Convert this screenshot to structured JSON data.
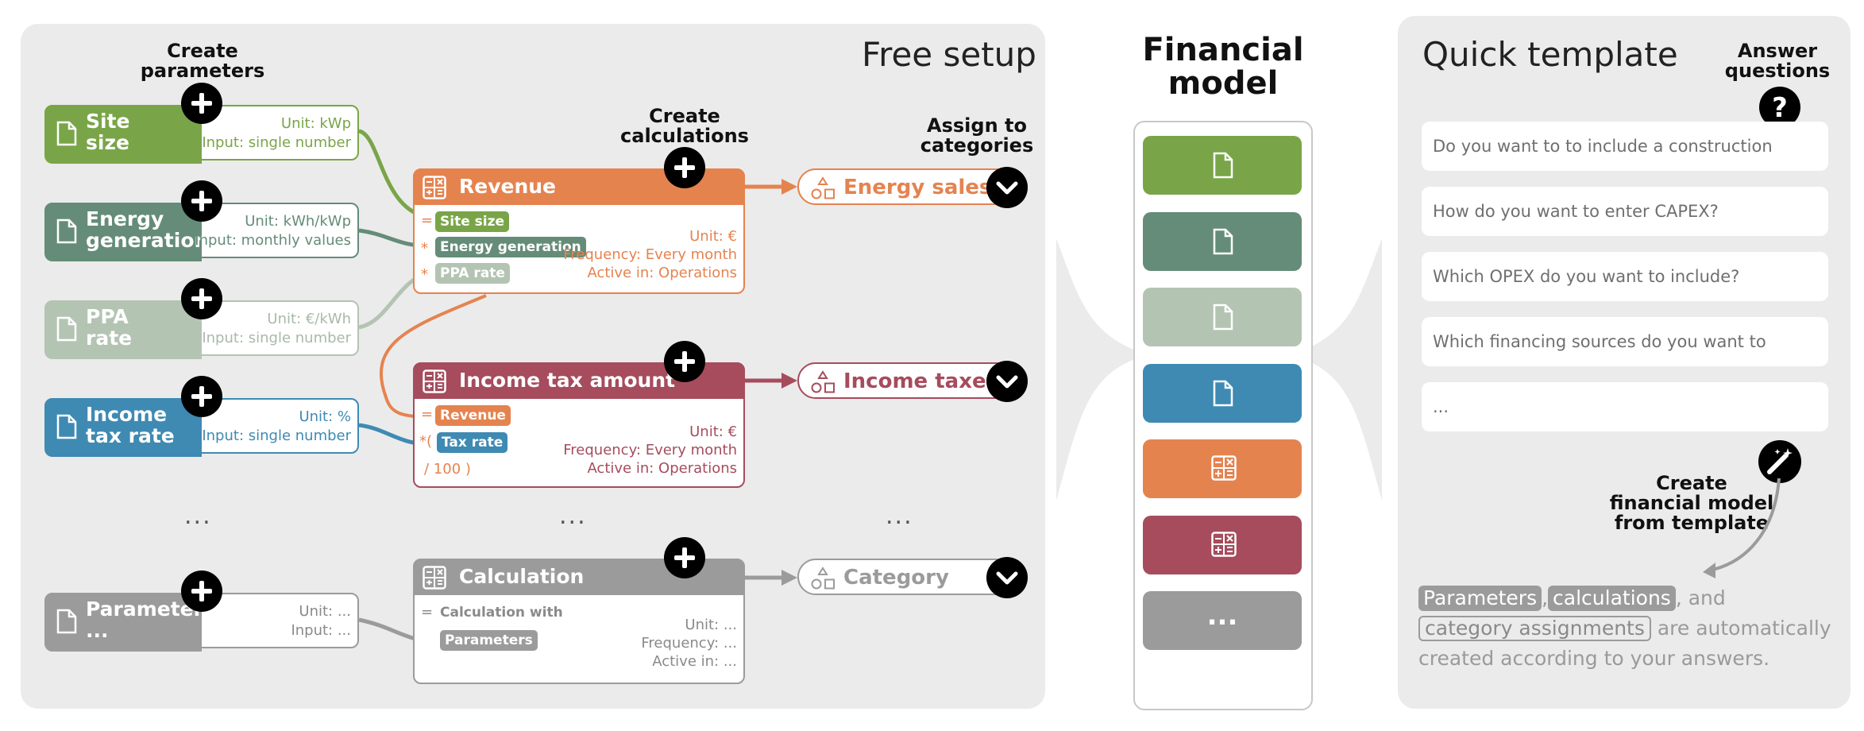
{
  "colors": {
    "green": "#79a548",
    "teal": "#658c78",
    "sage": "#b3c4b3",
    "blue": "#3f8ab3",
    "orange": "#e5834f",
    "crimson": "#a64c5d",
    "gray": "#9b9b9b",
    "panel": "#ebebeb"
  },
  "free_setup": {
    "title": "Free setup",
    "col_headers": {
      "parameters": "Create\nparameters",
      "calculations": "Create\ncalculations",
      "categories": "Assign to\ncategories"
    },
    "parameters": [
      {
        "name": "Site\nsize",
        "unit": "Unit: kWp",
        "input": "Input: single number",
        "icon": "document-icon"
      },
      {
        "name": "Energy\ngeneration",
        "unit": "Unit: kWh/kWp",
        "input": "Input: monthly values",
        "icon": "document-icon"
      },
      {
        "name": "PPA\nrate",
        "unit": "Unit: €/kWh",
        "input": "Input: single number",
        "icon": "document-icon"
      },
      {
        "name": "Income\ntax rate",
        "unit": "Unit: %",
        "input": "Input: single number",
        "icon": "document-icon"
      },
      {
        "name": "Parameter\n...",
        "unit": "Unit: ...",
        "input": "Input: ...",
        "icon": "document-icon"
      }
    ],
    "calculations": [
      {
        "name": "Revenue",
        "icon": "calculator-icon",
        "terms": [
          {
            "op": "=",
            "chip": "Site size"
          },
          {
            "op": "*",
            "chip": "Energy generation"
          },
          {
            "op": "*",
            "chip": "PPA rate"
          }
        ],
        "unit": "Unit: €",
        "frequency": "Frequency: Every month",
        "active": "Active in: Operations"
      },
      {
        "name": "Income tax amount",
        "icon": "calculator-icon",
        "terms": [
          {
            "op": "=",
            "chip": "Revenue"
          },
          {
            "op": "*(",
            "chip": "Tax rate"
          },
          {
            "op": "/ 100 )",
            "chip": ""
          }
        ],
        "unit": "Unit: €",
        "frequency": "Frequency: Every month",
        "active": "Active in: Operations"
      },
      {
        "name": "Calculation",
        "icon": "calculator-icon",
        "op": "=",
        "text": "Calculation with",
        "chip": "Parameters",
        "unit": "Unit: ...",
        "frequency": "Frequency: ...",
        "active": "Active in: ..."
      }
    ],
    "categories": [
      {
        "name": "Energy sales",
        "icon": "shapes-icon"
      },
      {
        "name": "Income taxes",
        "icon": "shapes-icon"
      },
      {
        "name": "Category",
        "icon": "shapes-icon"
      }
    ],
    "ellipsis": "..."
  },
  "financial_model": {
    "title": "Financial\nmodel",
    "more_label": "..."
  },
  "quick_template": {
    "title": "Quick template",
    "answer_label": "Answer\nquestions",
    "questions": [
      "Do you want to to include a construction phase?",
      "How do you want to enter CAPEX?",
      "Which OPEX do you want to include?",
      "Which financing sources do you want to include?",
      "..."
    ],
    "create_label": "Create\nfinancial model\nfrom template",
    "result": {
      "chip1": "Parameters",
      "comma": ",",
      "chip2": "calculations",
      "and": ", and",
      "chip3": "category assignments",
      "rest": " are automatically created according to your answers."
    }
  }
}
